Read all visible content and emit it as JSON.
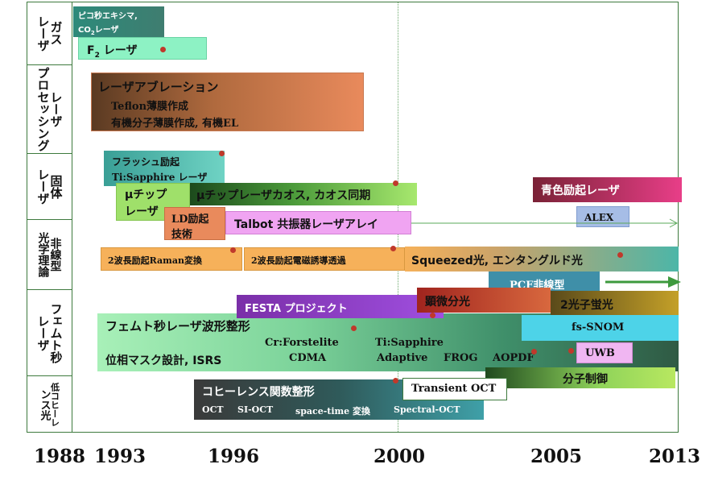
{
  "categories": [
    {
      "id": "gas",
      "columns": [
        "ガス",
        "レーザ"
      ]
    },
    {
      "id": "processing",
      "columns": [
        "レーザ",
        "プロセッシング"
      ]
    },
    {
      "id": "solid",
      "columns": [
        "固体",
        "レーザ"
      ]
    },
    {
      "id": "nonlinear",
      "columns": [
        "非線型",
        "光学理論"
      ]
    },
    {
      "id": "femto",
      "columns": [
        "フェムト秒",
        "レーザ"
      ]
    },
    {
      "id": "lowcoherence",
      "columns": [
        "低コヒーレ",
        "ンス光"
      ]
    }
  ],
  "years": [
    "1988",
    "1993",
    "1996",
    "2000",
    "2005",
    "2013"
  ],
  "bars": {
    "picosecond_excimer": {
      "line1": "ピコ秒エキシマ,",
      "line2_prefix": "CO",
      "line2_sub": "2",
      "line2_suffix": "レーザ"
    },
    "f2_laser": {
      "prefix": "F",
      "sub": "2",
      "suffix": " レーザ"
    },
    "laser_ablation": {
      "line1": "レーザアブレーション",
      "line2": "Teflon薄膜作成",
      "line3": "有機分子薄膜作成, 有機EL"
    },
    "flash_pump": {
      "line1": "フラッシュ励起",
      "line2": "Ti:Sapphire レーザ"
    },
    "microchip": {
      "line1": "μチップ",
      "line2": "レーザ"
    },
    "microchip_chaos": {
      "text": "μチップレーザカオス, カオス同期"
    },
    "ld_pump": {
      "line1": "LD励起",
      "line2": "技術"
    },
    "talbot": {
      "text": "Talbot 共振器レーザアレイ"
    },
    "blue_pump": {
      "text": "青色励起レーザ"
    },
    "alex": {
      "text": "ALEX"
    },
    "raman": {
      "text": "2波長励起Raman変換"
    },
    "eit": {
      "text": "2波長励起電磁誘導透過"
    },
    "squeezed": {
      "text": "Squeezed光, エンタングルド光"
    },
    "pcf": {
      "text": "PCF非線型"
    },
    "festa": {
      "text": "FESTA プロジェクト"
    },
    "microspectroscopy": {
      "text": "顕微分光"
    },
    "two_photon": {
      "text": "2光子蛍光"
    },
    "femto_shaping": {
      "title": "フェムト秒レーザ波形整形",
      "cr_forstelite": "Cr:Forstelite",
      "ti_sapphire": "Ti:Sapphire",
      "phase_mask": "位相マスク設計, ISRS",
      "cdma": "CDMA",
      "adaptive": "Adaptive",
      "frog": "FROG",
      "aopdf": "AOPDF"
    },
    "fs_snom": {
      "text": "fs-SNOM"
    },
    "uwb": {
      "text": "UWB"
    },
    "molecular_control": {
      "text": "分子制御"
    },
    "coherence_shaping": {
      "title": "コヒーレンス関数整形",
      "oct": "OCT",
      "si_oct": "SI-OCT",
      "space_time": "space-time 変換",
      "spectral_oct": "Spectral-OCT"
    },
    "transient_oct": {
      "text": "Transient OCT"
    }
  },
  "colors": {
    "frame": "#3e7a3e",
    "dot": "#c0392b",
    "arrow_green": "#3d9a3d"
  }
}
